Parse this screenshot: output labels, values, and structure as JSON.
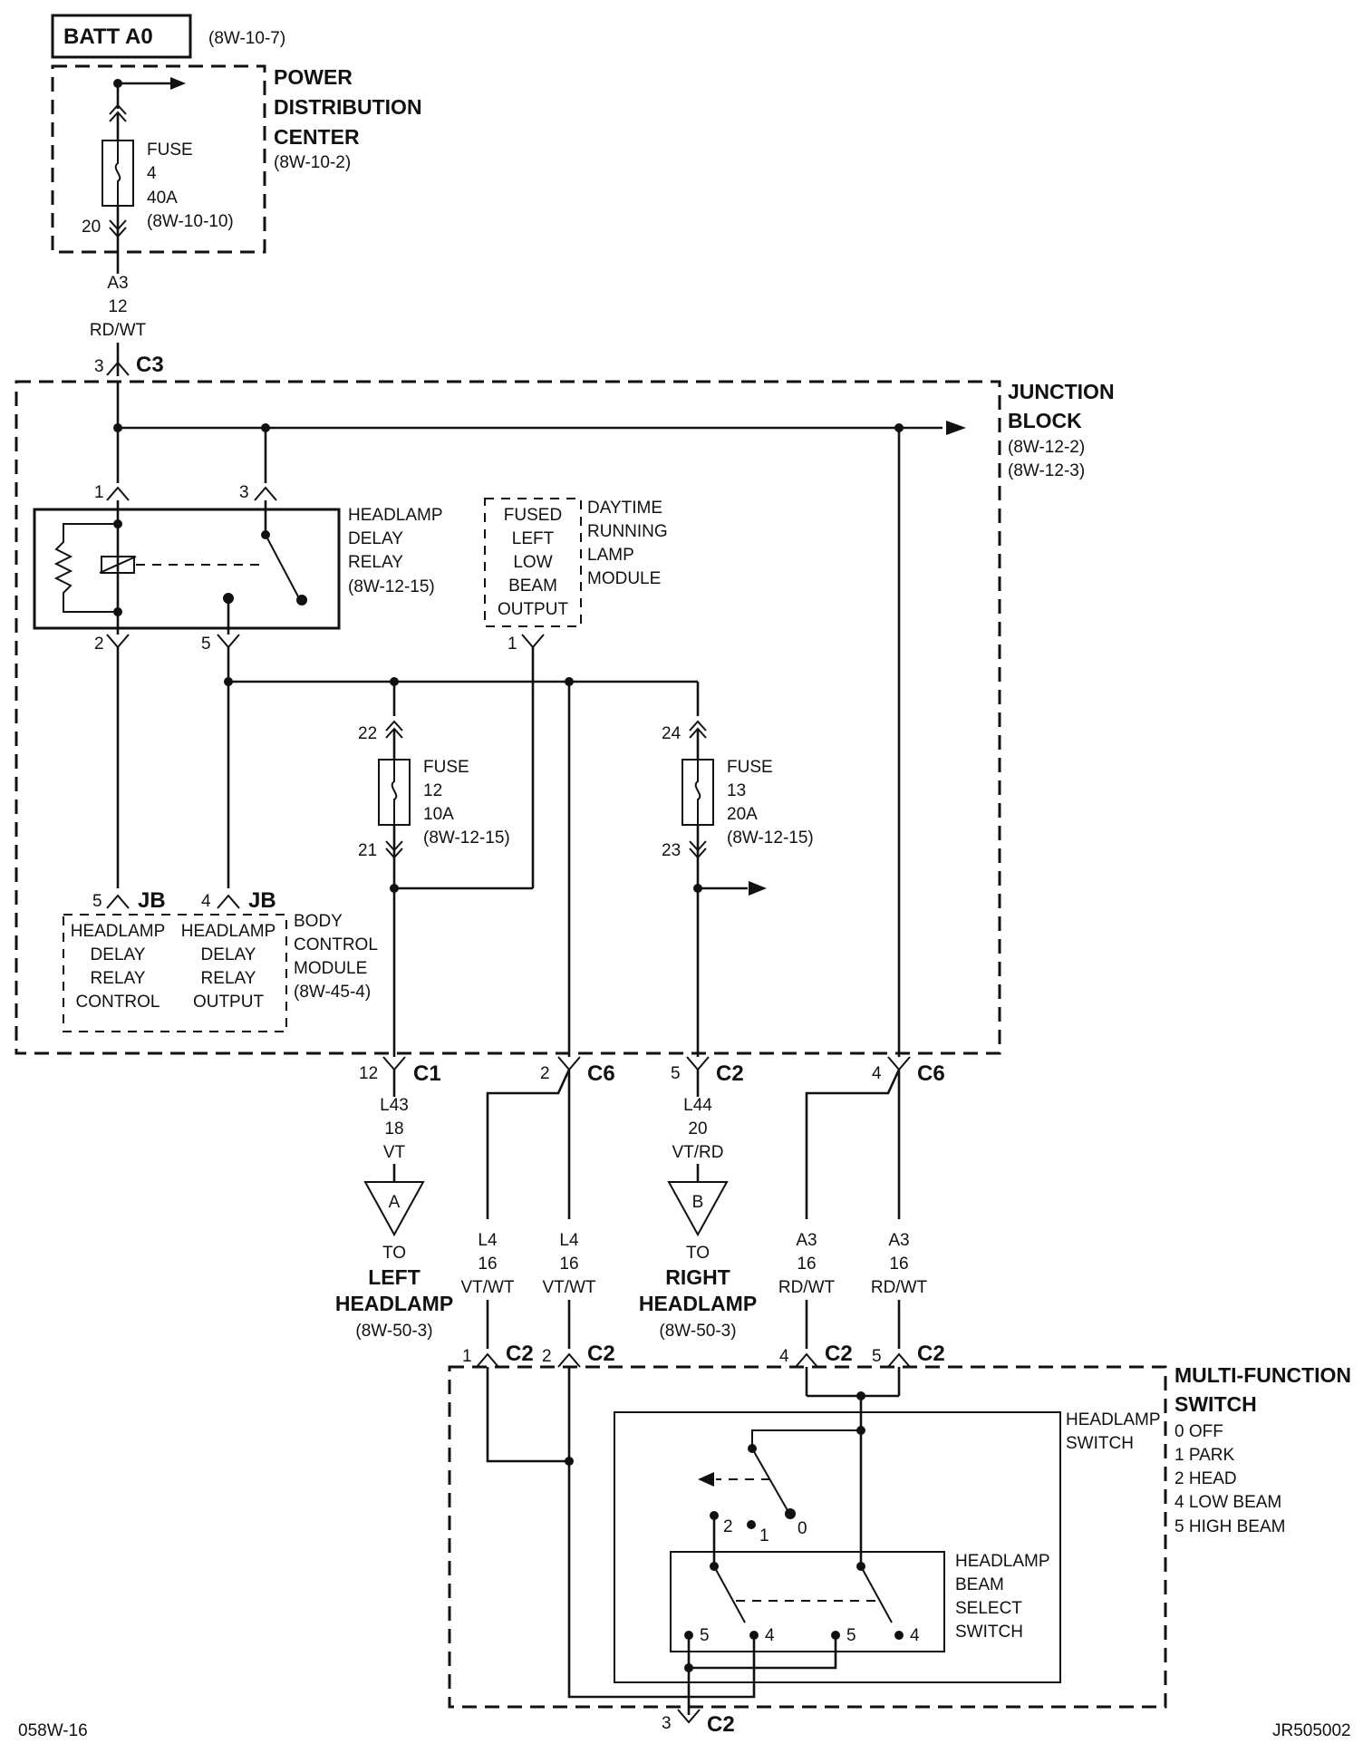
{
  "battery": {
    "label": "BATT A0",
    "ref": "(8W-10-7)"
  },
  "pdc": {
    "title_lines": [
      "POWER",
      "DISTRIBUTION",
      "CENTER"
    ],
    "ref": "(8W-10-2)",
    "fuse_lines": [
      "FUSE",
      "4",
      "40A",
      "(8W-10-10)"
    ],
    "cavity": "20"
  },
  "feed_wire": {
    "circuit": "A3",
    "gauge": "12",
    "color": "RD/WT"
  },
  "c3": {
    "pin": "3",
    "name": "C3"
  },
  "junction_block": {
    "title_lines": [
      "JUNCTION",
      "BLOCK"
    ],
    "refs": [
      "(8W-12-2)",
      "(8W-12-3)"
    ]
  },
  "delay_relay": {
    "lines": [
      "HEADLAMP",
      "DELAY",
      "RELAY",
      "(8W-12-15)"
    ],
    "pin_1": "1",
    "pin_3": "3",
    "pin_2": "2",
    "pin_5": "5"
  },
  "drl": {
    "output_lines": [
      "FUSED",
      "LEFT",
      "LOW",
      "BEAM",
      "OUTPUT"
    ],
    "module_lines": [
      "DAYTIME",
      "RUNNING",
      "LAMP",
      "MODULE"
    ],
    "pin": "1"
  },
  "fuse12": {
    "lines": [
      "FUSE",
      "12",
      "10A",
      "(8W-12-15)"
    ],
    "pin_in": "22",
    "pin_out": "21"
  },
  "fuse13": {
    "lines": [
      "FUSE",
      "13",
      "20A",
      "(8W-12-15)"
    ],
    "pin_in": "24",
    "pin_out": "23"
  },
  "bcm": {
    "pin_a": "5",
    "pin_b": "4",
    "conn": "JB",
    "col_a": [
      "HEADLAMP",
      "DELAY",
      "RELAY",
      "CONTROL"
    ],
    "col_b": [
      "HEADLAMP",
      "DELAY",
      "RELAY",
      "OUTPUT"
    ],
    "module_lines": [
      "BODY",
      "CONTROL",
      "MODULE",
      "(8W-45-4)"
    ]
  },
  "c1": {
    "pin": "12",
    "name": "C1"
  },
  "c6a": {
    "pin": "2",
    "name": "C6"
  },
  "c2a": {
    "pin": "5",
    "name": "C2"
  },
  "c6b": {
    "pin": "4",
    "name": "C6"
  },
  "wire_l43": {
    "circuit": "L43",
    "gauge": "18",
    "color": "VT"
  },
  "wire_l44": {
    "circuit": "L44",
    "gauge": "20",
    "color": "VT/RD"
  },
  "wire_l4a": {
    "circuit": "L4",
    "gauge": "16",
    "color": "VT/WT"
  },
  "wire_l4b": {
    "circuit": "L4",
    "gauge": "16",
    "color": "VT/WT"
  },
  "wire_a3a": {
    "circuit": "A3",
    "gauge": "16",
    "color": "RD/WT"
  },
  "wire_a3b": {
    "circuit": "A3",
    "gauge": "16",
    "color": "RD/WT"
  },
  "left_headlamp": {
    "tag": "A",
    "to": "TO",
    "name_lines": [
      "LEFT",
      "HEADLAMP"
    ],
    "ref": "(8W-50-3)"
  },
  "right_headlamp": {
    "tag": "B",
    "to": "TO",
    "name_lines": [
      "RIGHT",
      "HEADLAMP"
    ],
    "ref": "(8W-50-3)"
  },
  "mfs_conns": {
    "c2_1": {
      "pin": "1",
      "name": "C2"
    },
    "c2_2": {
      "pin": "2",
      "name": "C2"
    },
    "c2_4": {
      "pin": "4",
      "name": "C2"
    },
    "c2_5": {
      "pin": "5",
      "name": "C2"
    },
    "c2_3": {
      "pin": "3",
      "name": "C2"
    }
  },
  "mfs": {
    "title_lines": [
      "MULTI-FUNCTION",
      "SWITCH"
    ],
    "positions": [
      "0 OFF",
      "1 PARK",
      "2 HEAD",
      "4 LOW BEAM",
      "5 HIGH BEAM"
    ],
    "headlamp_switch": [
      "HEADLAMP",
      "SWITCH"
    ],
    "beam_select": [
      "HEADLAMP",
      "BEAM",
      "SELECT",
      "SWITCH"
    ],
    "hs_pos": {
      "p0": "0",
      "p1": "1",
      "p2": "2"
    },
    "bs_pos": {
      "a5": "5",
      "a4": "4",
      "b5": "5",
      "b4": "4"
    }
  },
  "footer": {
    "left": "058W-16",
    "right": "JR505002"
  }
}
